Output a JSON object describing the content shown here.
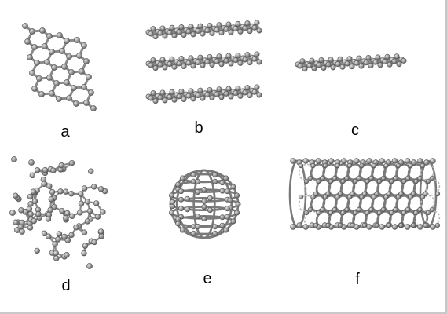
{
  "figure": {
    "panels": [
      {
        "id": "a",
        "label": "a"
      },
      {
        "id": "b",
        "label": "b"
      },
      {
        "id": "c",
        "label": "c"
      },
      {
        "id": "d",
        "label": "d"
      },
      {
        "id": "e",
        "label": "e"
      },
      {
        "id": "f",
        "label": "f"
      }
    ],
    "colors": {
      "atom": "#9a9a9a",
      "bond": "#8a8a8a",
      "background": "#ffffff"
    }
  }
}
